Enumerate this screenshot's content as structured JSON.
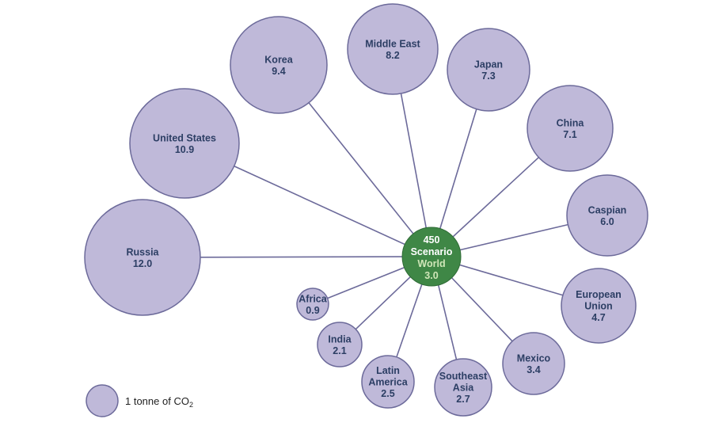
{
  "center": {
    "scenario_line1": "450",
    "scenario_line2": "Scenario",
    "region": "World",
    "value": "3.0"
  },
  "regions": [
    {
      "id": "russia",
      "lines": [
        "Russia"
      ],
      "value": "12.0"
    },
    {
      "id": "united-states",
      "lines": [
        "United States"
      ],
      "value": "10.9"
    },
    {
      "id": "korea",
      "lines": [
        "Korea"
      ],
      "value": "9.4"
    },
    {
      "id": "middle-east",
      "lines": [
        "Middle East"
      ],
      "value": "8.2"
    },
    {
      "id": "japan",
      "lines": [
        "Japan"
      ],
      "value": "7.3"
    },
    {
      "id": "china",
      "lines": [
        "China"
      ],
      "value": "7.1"
    },
    {
      "id": "caspian",
      "lines": [
        "Caspian"
      ],
      "value": "6.0"
    },
    {
      "id": "european-union",
      "lines": [
        "European",
        "Union"
      ],
      "value": "4.7"
    },
    {
      "id": "mexico",
      "lines": [
        "Mexico"
      ],
      "value": "3.4"
    },
    {
      "id": "southeast-asia",
      "lines": [
        "Southeast",
        "Asia"
      ],
      "value": "2.7"
    },
    {
      "id": "latin-america",
      "lines": [
        "Latin",
        "America"
      ],
      "value": "2.5"
    },
    {
      "id": "india",
      "lines": [
        "India"
      ],
      "value": "2.1"
    },
    {
      "id": "africa",
      "lines": [
        "Africa"
      ],
      "value": "0.9"
    }
  ],
  "legend": {
    "text": "1 tonne of CO",
    "subscript": "2"
  },
  "colors": {
    "bubble_fill": "#bfb9d9",
    "bubble_stroke": "#6c6a9a",
    "center_fill": "#3f8746",
    "label": "#2c3e64"
  }
}
